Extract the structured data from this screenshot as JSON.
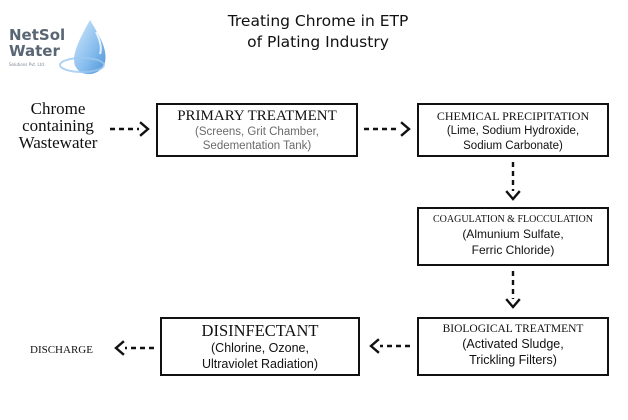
{
  "title": {
    "line1": "Treating Chrome in ETP",
    "line2": "of Plating Industry"
  },
  "logo": {
    "line1": "NetSol",
    "line2": "Water",
    "line3": "Solutions Pvt. Ltd."
  },
  "source": {
    "line1": "Chrome",
    "line2": "containing",
    "line3": "Wastewater"
  },
  "nodes": {
    "primary": {
      "heading": "PRIMARY TREATMENT",
      "line1": "(Screens, Grit Chamber,",
      "line2": "Sedementation Tank)"
    },
    "chemical": {
      "heading": "CHEMICAL PRECIPITATION",
      "line1": "(Lime, Sodium Hydroxide,",
      "line2": "Sodium Carbonate)"
    },
    "coagulation": {
      "heading": "COAGULATION & FLOCCULATION",
      "line1": "(Almunium Sulfate,",
      "line2": "Ferric Chloride)"
    },
    "biological": {
      "heading": "BIOLOGICAL TREATMENT",
      "line1": "(Activated Sludge,",
      "line2": "Trickling Filters)"
    },
    "disinfectant": {
      "heading": "DISINFECTANT",
      "line1": "(Chlorine, Ozone,",
      "line2": "Ultraviolet Radiation)"
    }
  },
  "sink": {
    "label": "DISCHARGE"
  },
  "colors": {
    "logo_text": "#5a6673",
    "logo_drop": "#3f8fd8",
    "subtext_primary": "#6a6a6a",
    "stroke": "#111111"
  }
}
